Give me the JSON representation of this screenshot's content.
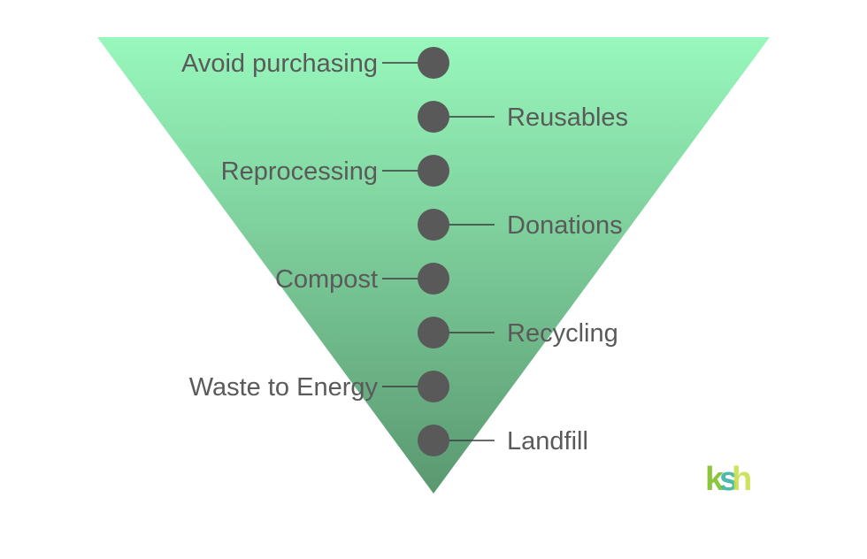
{
  "diagram": {
    "colors": {
      "funnel_top": "#98f8bc",
      "funnel_bottom": "#5a9870",
      "dot": "#595959",
      "line": "#3c3c3c",
      "text": "#5a5a5a"
    },
    "levels": [
      {
        "label": "Avoid purchasing",
        "side": "left"
      },
      {
        "label": "Reusables",
        "side": "right"
      },
      {
        "label": "Reprocessing",
        "side": "left"
      },
      {
        "label": "Donations",
        "side": "right"
      },
      {
        "label": "Compost",
        "side": "left"
      },
      {
        "label": "Recycling",
        "side": "right"
      },
      {
        "label": "Waste to Energy",
        "side": "left"
      },
      {
        "label": "Landfill",
        "side": "right"
      }
    ]
  },
  "logo": {
    "text": "ksh",
    "colors": [
      "#8cc63f",
      "#3bb3a6",
      "#c7e04a"
    ]
  }
}
